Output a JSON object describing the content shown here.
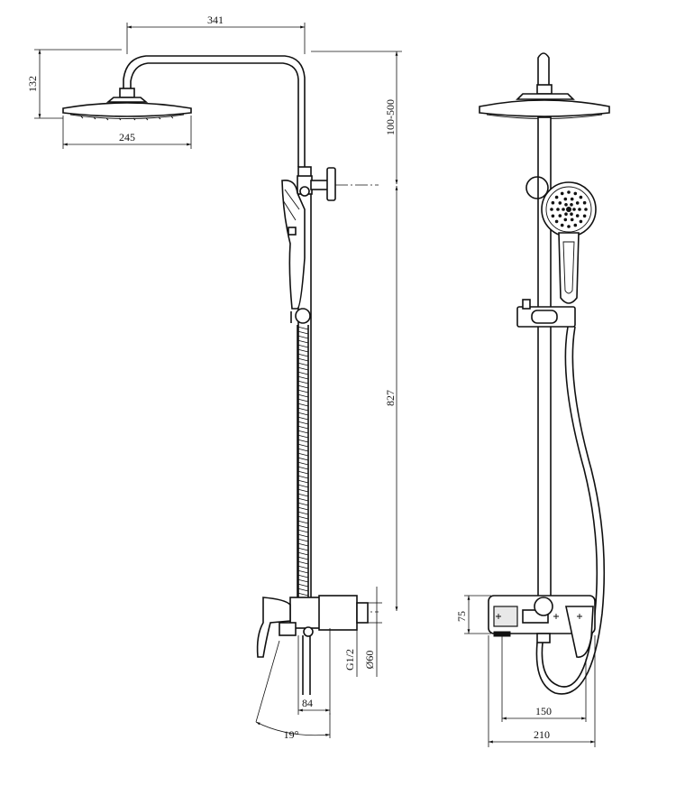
{
  "dimensions": {
    "arm_reach": "341",
    "head_height": "132",
    "head_diameter": "245",
    "adjust_range": "100-500",
    "rail_height": "827",
    "thread": "G1/2",
    "pipe_diameter": "Ø60",
    "mixer_offset": "84",
    "angle": "19°",
    "mixer_height": "75",
    "inlet_spacing": "150",
    "mixer_width": "210"
  }
}
